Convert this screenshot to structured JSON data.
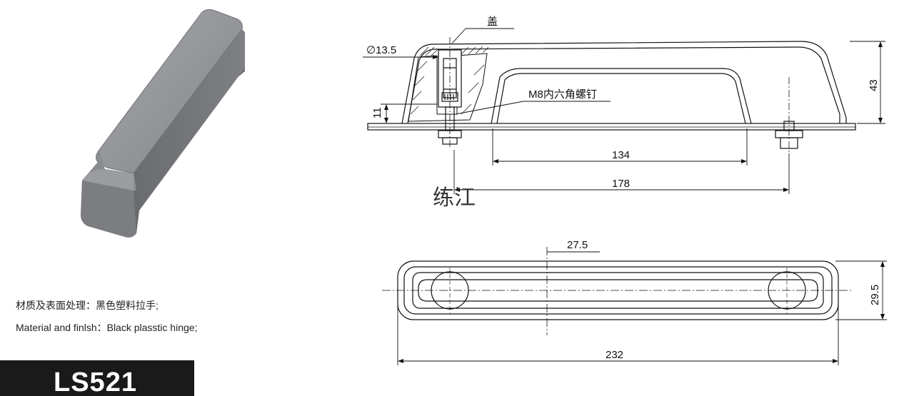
{
  "material": {
    "cn": "材质及表面处理：黑色塑料拉手;",
    "en": "Material and finlsh：Black plasstic hinge;"
  },
  "model": "LS521",
  "watermark": "练江",
  "side_view": {
    "cap_label": "盖",
    "diameter_label": "∅13.5",
    "screw_label": "M8内六角螺钉",
    "dim_134": "134",
    "dim_178": "178",
    "dim_43": "43",
    "dim_11": "11"
  },
  "top_view": {
    "dim_27_5": "27.5",
    "dim_29_5": "29.5",
    "dim_232": "232"
  },
  "colors": {
    "handle_gray": "#7d7f84",
    "badge_bg": "#1a1a1a",
    "line": "#111111"
  }
}
